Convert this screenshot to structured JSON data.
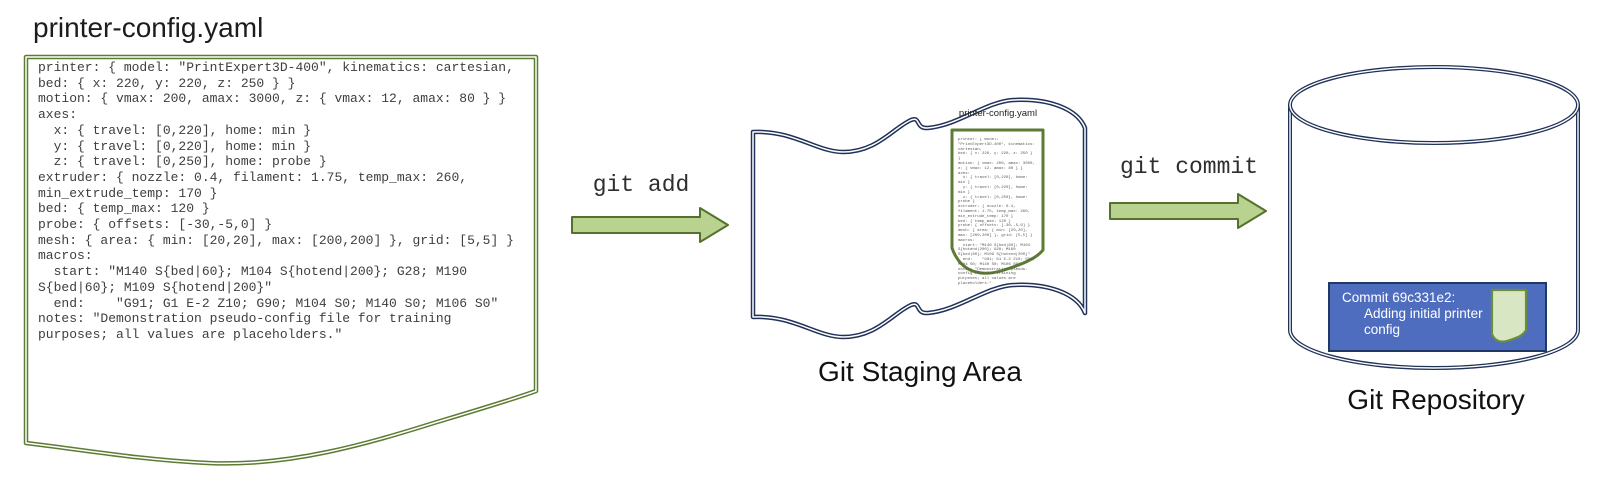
{
  "file": {
    "title": "printer-config.yaml",
    "code": "printer: { model: \"PrintExpert3D-400\", kinematics: cartesian,\nbed: { x: 220, y: 220, z: 250 } }\nmotion: { vmax: 200, amax: 3000, z: { vmax: 12, amax: 80 } }\naxes:\n  x: { travel: [0,220], home: min }\n  y: { travel: [0,220], home: min }\n  z: { travel: [0,250], home: probe }\nextruder: { nozzle: 0.4, filament: 1.75, temp_max: 260,\nmin_extrude_temp: 170 }\nbed: { temp_max: 120 }\nprobe: { offsets: [-30,-5,0] }\nmesh: { area: { min: [20,20], max: [200,200] }, grid: [5,5] }\nmacros:\n  start: \"M140 S{bed|60}; M104 S{hotend|200}; G28; M190\nS{bed|60}; M109 S{hotend|200}\"\n  end:    \"G91; G1 E-2 Z10; G90; M104 S0; M140 S0; M106 S0\"\nnotes: \"Demonstration pseudo-config file for training\npurposes; all values are placeholders.\""
  },
  "flow": {
    "add_label": "git add",
    "commit_label": "git commit"
  },
  "staging": {
    "label": "Git Staging Area",
    "file_title": "printer-config.yaml"
  },
  "repository": {
    "label": "Git Repository",
    "commit_lines": [
      "Commit 69c331e2:",
      "Adding initial printer",
      "config"
    ]
  },
  "colors": {
    "document_border_green": "#5d7b33",
    "diagram_navy": "#203258",
    "arrow_fill": "#b9d28f",
    "arrow_stroke": "#55722c",
    "commit_box_blue": "#4f6dbe",
    "commit_box_border": "#1f3864",
    "commit_file_icon_fill": "#d9e6c3",
    "commit_file_icon_stroke": "#6b8e3a"
  }
}
